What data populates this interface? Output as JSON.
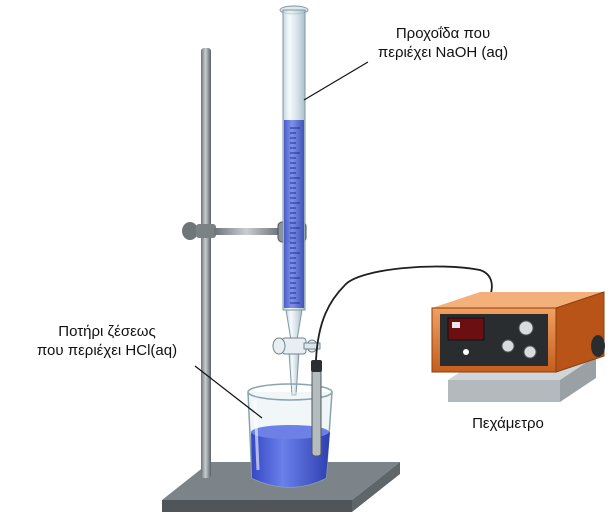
{
  "labels": {
    "burette_line1": "Προχοΐδα που",
    "burette_line2": "περιέχει NaOH (aq)",
    "beaker_line1": "Ποτήρι ζέσεως",
    "beaker_line2": "που περιέχει HCl(aq)",
    "ph_meter": "Πεχάμετρο"
  },
  "colors": {
    "solution": "#4a5fd6",
    "meter_case": "#e07a2e",
    "stand": "#8e9599"
  }
}
